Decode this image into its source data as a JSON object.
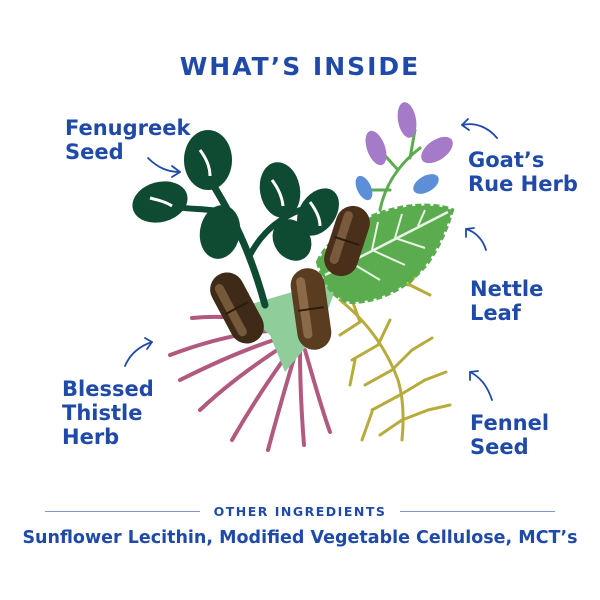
{
  "title": "WHAT’S INSIDE",
  "ingredients": [
    {
      "line1": "Fenugreek",
      "line2": "Seed",
      "icon": "fenugreek-leaf-icon"
    },
    {
      "line1": "Goat’s",
      "line2": "Rue Herb",
      "icon": "goats-rue-flower-icon"
    },
    {
      "line1": "Nettle",
      "line2": "Leaf",
      "icon": "nettle-leaf-icon"
    },
    {
      "line1": "Blessed",
      "line2": "Thistle",
      "line3": "Herb",
      "icon": "thistle-icon"
    },
    {
      "line1": "Fennel",
      "line2": "Seed",
      "icon": "fennel-icon"
    }
  ],
  "other_ingredients": {
    "heading": "OTHER INGREDIENTS",
    "list": "Sunflower Lecithin, Modified Vegetable Cellulose, MCT’s"
  },
  "colors": {
    "text_blue": "#1f4aa8",
    "fenugreek_green": "#0f4a33",
    "nettle_green": "#5bab4f",
    "thistle_mauve": "#b2597f",
    "fennel_olive": "#b7ab3b",
    "flower_purple": "#a57ac8",
    "flower_blue": "#5c8fd8",
    "capsule_brown": "#4a2f1a"
  }
}
